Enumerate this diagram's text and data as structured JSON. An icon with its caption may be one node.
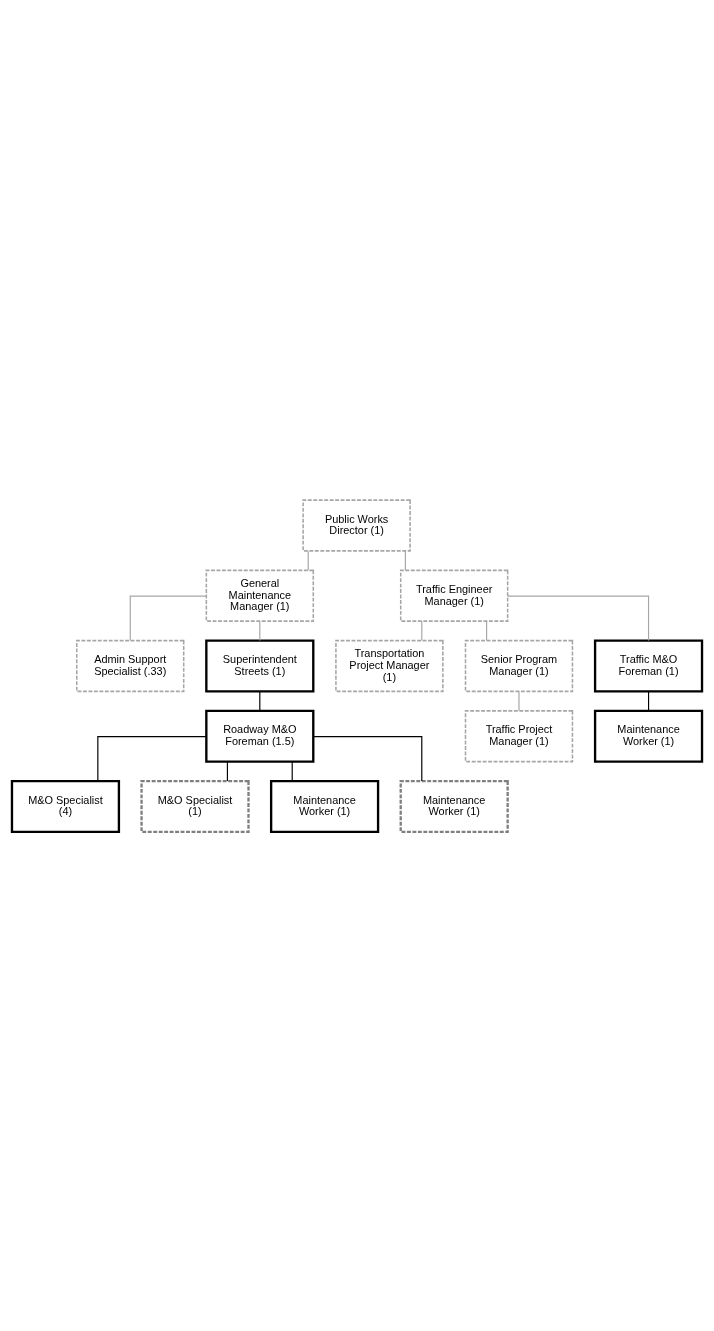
{
  "diagram": {
    "nodes": [
      {
        "text": [
          "Public Works Director (1)"
        ]
      },
      {
        "text": [
          "General Maintenance Manager (1)"
        ]
      },
      {
        "text": [
          "Traffic Engineer Manager (1)"
        ]
      },
      {
        "text": [
          "Admin Support Specialist (.33)"
        ]
      },
      {
        "text": [
          "Transportation Project Manager (1)"
        ]
      },
      {
        "text": [
          "Superintendent Streets (1)"
        ]
      },
      {
        "text": [
          "Senior Program Manager (1)"
        ]
      },
      {
        "text": [
          "Roadway M&O Foreman (1.5)"
        ]
      },
      {
        "text": [
          "Traffic Project Manager (1)"
        ]
      },
      {
        "text": [
          "M&O Specialist (4)"
        ]
      },
      {
        "text": [
          "Traffic M&O Foreman (1)"
        ]
      },
      {
        "text": [
          "M&O Specialist (1)"
        ]
      },
      {
        "text": [
          "Maintenance Worker (1)"
        ]
      },
      {
        "text": [
          "Maintenance Worker (1)"
        ]
      },
      {
        "text": [
          "Maintenance Worker (1)"
        ]
      }
    ],
    "edges": [
      {
        "from": 0,
        "to": 1,
        "arrow": "none"
      },
      {
        "from": 0,
        "to": 2,
        "arrow": "none"
      },
      {
        "from": 1,
        "to": 3,
        "arrow": "none"
      },
      {
        "from": 1,
        "to": 5,
        "arrow": "none"
      },
      {
        "from": 2,
        "to": 4,
        "arrow": "none"
      },
      {
        "from": 2,
        "to": 6,
        "arrow": "none"
      },
      {
        "from": 6,
        "to": 8,
        "arrow": "none"
      },
      {
        "from": 2,
        "to": 10,
        "arrow": "none"
      },
      {
        "from": 5,
        "to": 7,
        "arrow": "none",
        "color": "#000000"
      },
      {
        "from": 7,
        "to": 9,
        "arrow": "none",
        "color": "#000000"
      },
      {
        "from": 7,
        "to": 11,
        "arrow": "none",
        "color": "#000000"
      },
      {
        "from": 7,
        "to": 13,
        "arrow": "none",
        "color": "#000000"
      },
      {
        "from": 7,
        "to": 14,
        "arrow": "none",
        "color": "#000000"
      },
      {
        "from": 10,
        "to": 12,
        "arrow": "none",
        "color": "#000000"
      }
    ]
  }
}
